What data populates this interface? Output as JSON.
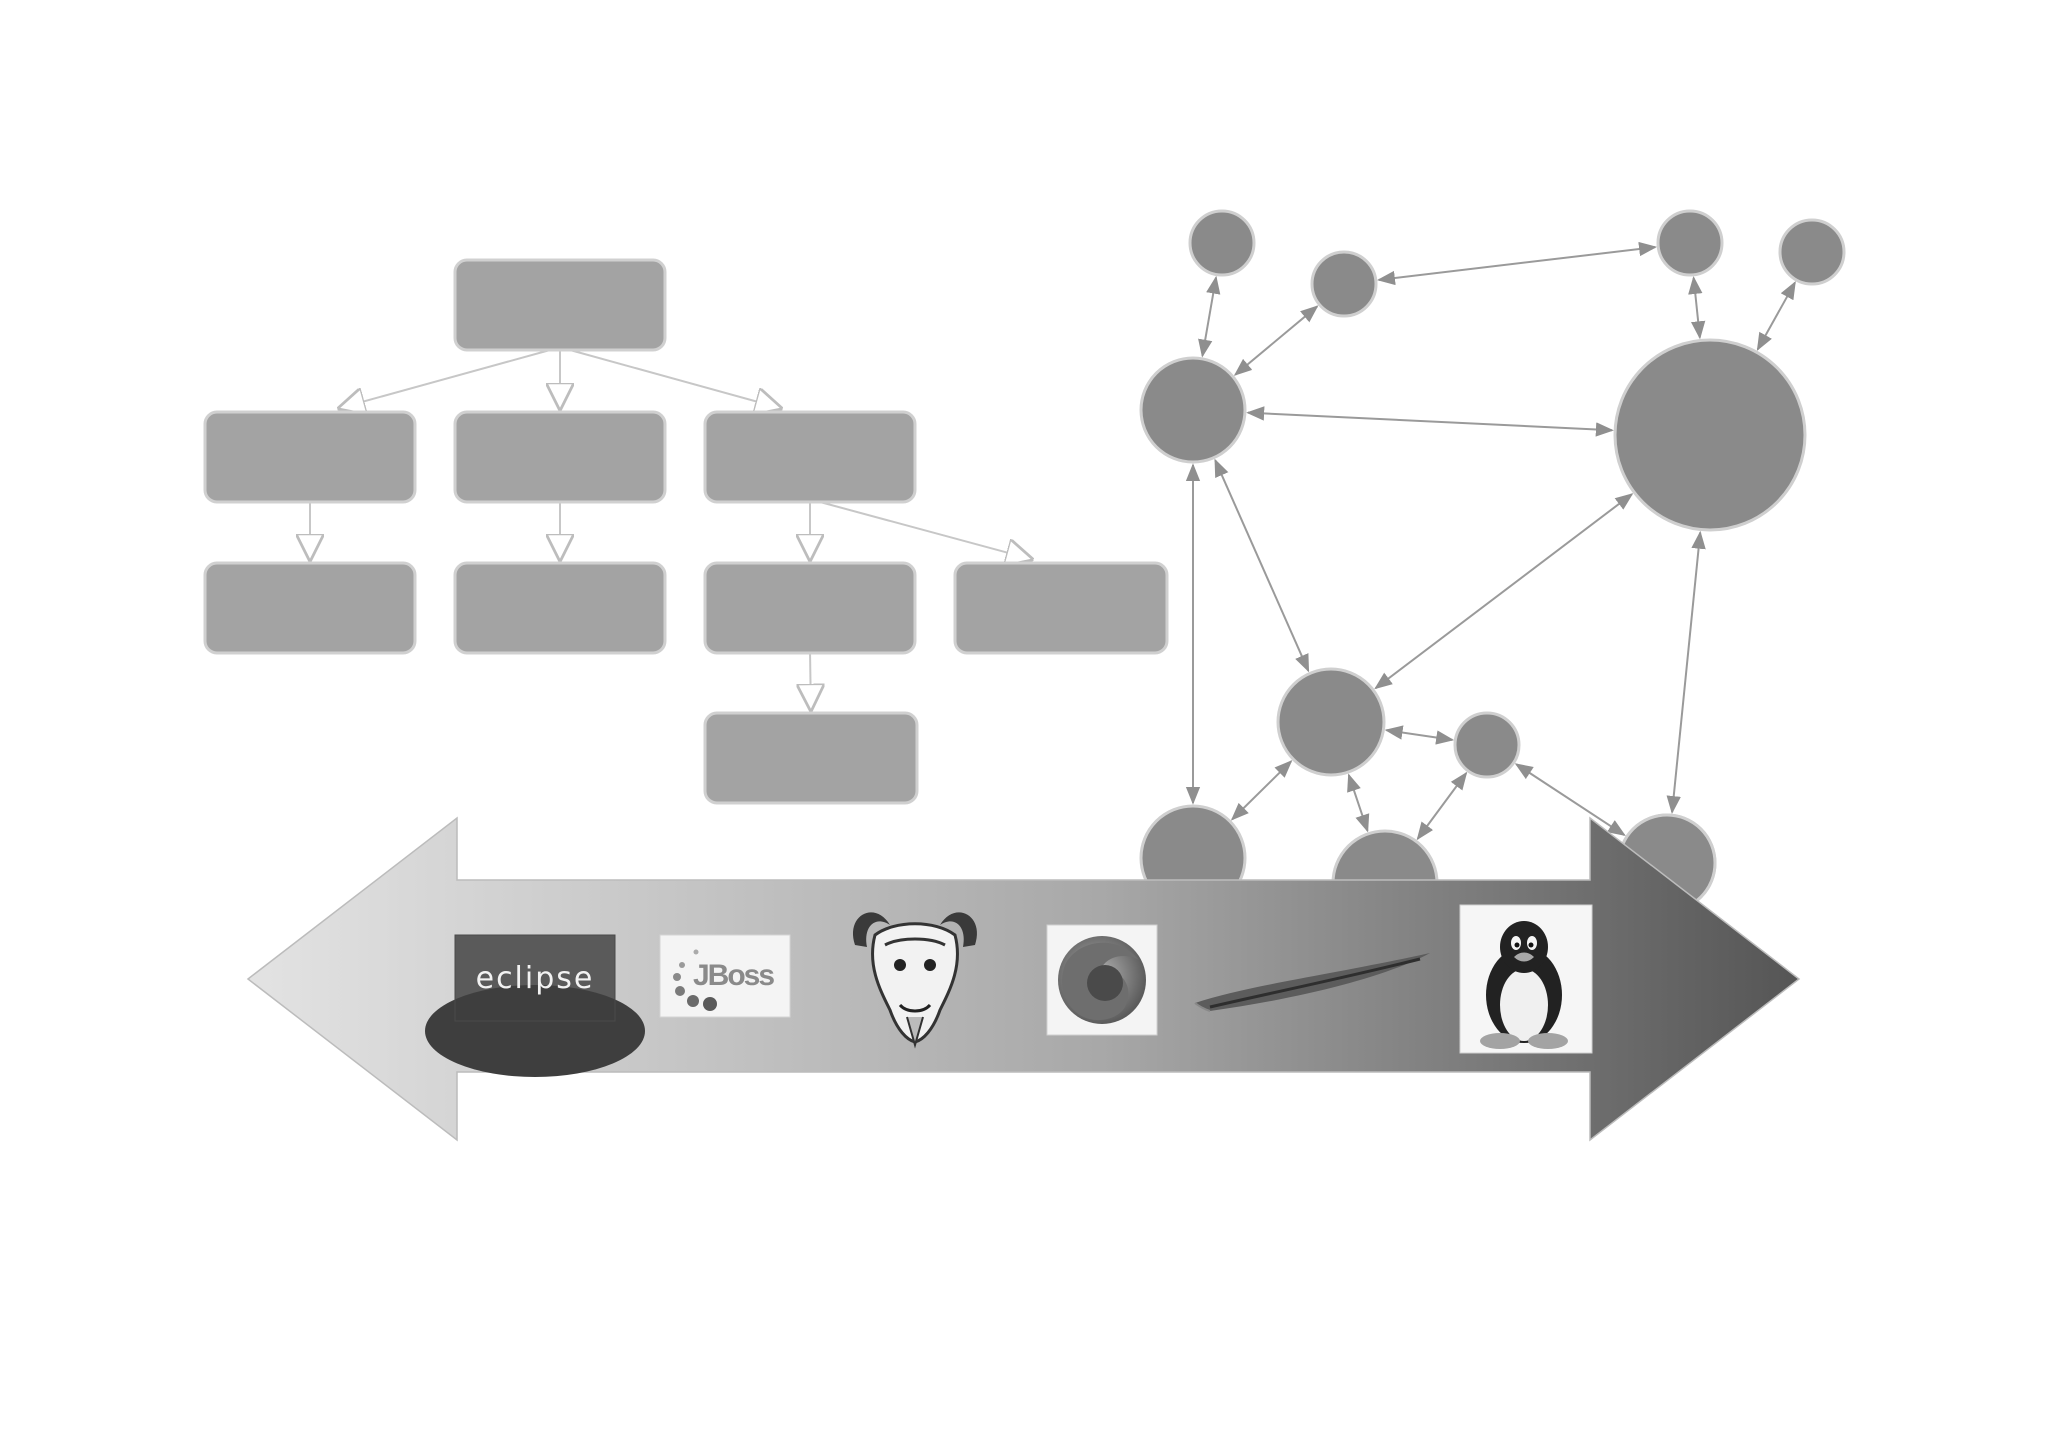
{
  "diagram": {
    "palette": {
      "box_fill": "#a3a3a3",
      "box_stroke": "#d0d0d0",
      "node_fill": "#8a8a8a",
      "node_stroke": "#cfcfcf",
      "edge_color": "#9a9a9a",
      "arrow_light": "#e3e3e3",
      "arrow_dark": "#555555"
    },
    "tree": {
      "boxes": [
        {
          "id": "root"
        },
        {
          "id": "l1-a"
        },
        {
          "id": "l1-b"
        },
        {
          "id": "l1-c"
        },
        {
          "id": "l2-a"
        },
        {
          "id": "l2-b"
        },
        {
          "id": "l2-c"
        },
        {
          "id": "l2-d"
        },
        {
          "id": "l3-a"
        }
      ],
      "edges": [
        [
          "root",
          "l1-a"
        ],
        [
          "root",
          "l1-b"
        ],
        [
          "root",
          "l1-c"
        ],
        [
          "l1-a",
          "l2-a"
        ],
        [
          "l1-b",
          "l2-b"
        ],
        [
          "l1-c",
          "l2-c"
        ],
        [
          "l1-c",
          "l2-d"
        ],
        [
          "l2-c",
          "l3-a"
        ]
      ]
    },
    "graph": {
      "nodes": [
        {
          "id": "n1"
        },
        {
          "id": "n2"
        },
        {
          "id": "n3"
        },
        {
          "id": "n4"
        },
        {
          "id": "n5"
        },
        {
          "id": "n6"
        },
        {
          "id": "n7"
        },
        {
          "id": "n8"
        },
        {
          "id": "n9"
        },
        {
          "id": "n10"
        },
        {
          "id": "n11"
        },
        {
          "id": "n12"
        }
      ],
      "edges": [
        [
          "n1",
          "n5"
        ],
        [
          "n2",
          "n5"
        ],
        [
          "n2",
          "n3"
        ],
        [
          "n3",
          "n6"
        ],
        [
          "n4",
          "n6"
        ],
        [
          "n5",
          "n6"
        ],
        [
          "n5",
          "n7"
        ],
        [
          "n5",
          "n9"
        ],
        [
          "n6",
          "n7"
        ],
        [
          "n6",
          "n12"
        ],
        [
          "n7",
          "n8"
        ],
        [
          "n7",
          "n9"
        ],
        [
          "n7",
          "n10"
        ],
        [
          "n8",
          "n10"
        ],
        [
          "n8",
          "n12"
        ]
      ]
    },
    "double_arrow": {
      "direction": "bidirectional"
    },
    "logos": [
      {
        "name": "eclipse-logo",
        "text": "eclipse"
      },
      {
        "name": "jboss-logo",
        "text": "JBoss"
      },
      {
        "name": "gnu-logo",
        "text": ""
      },
      {
        "name": "firefox-logo",
        "text": ""
      },
      {
        "name": "apache-feather-logo",
        "text": ""
      },
      {
        "name": "tux-linux-logo",
        "text": ""
      }
    ]
  }
}
